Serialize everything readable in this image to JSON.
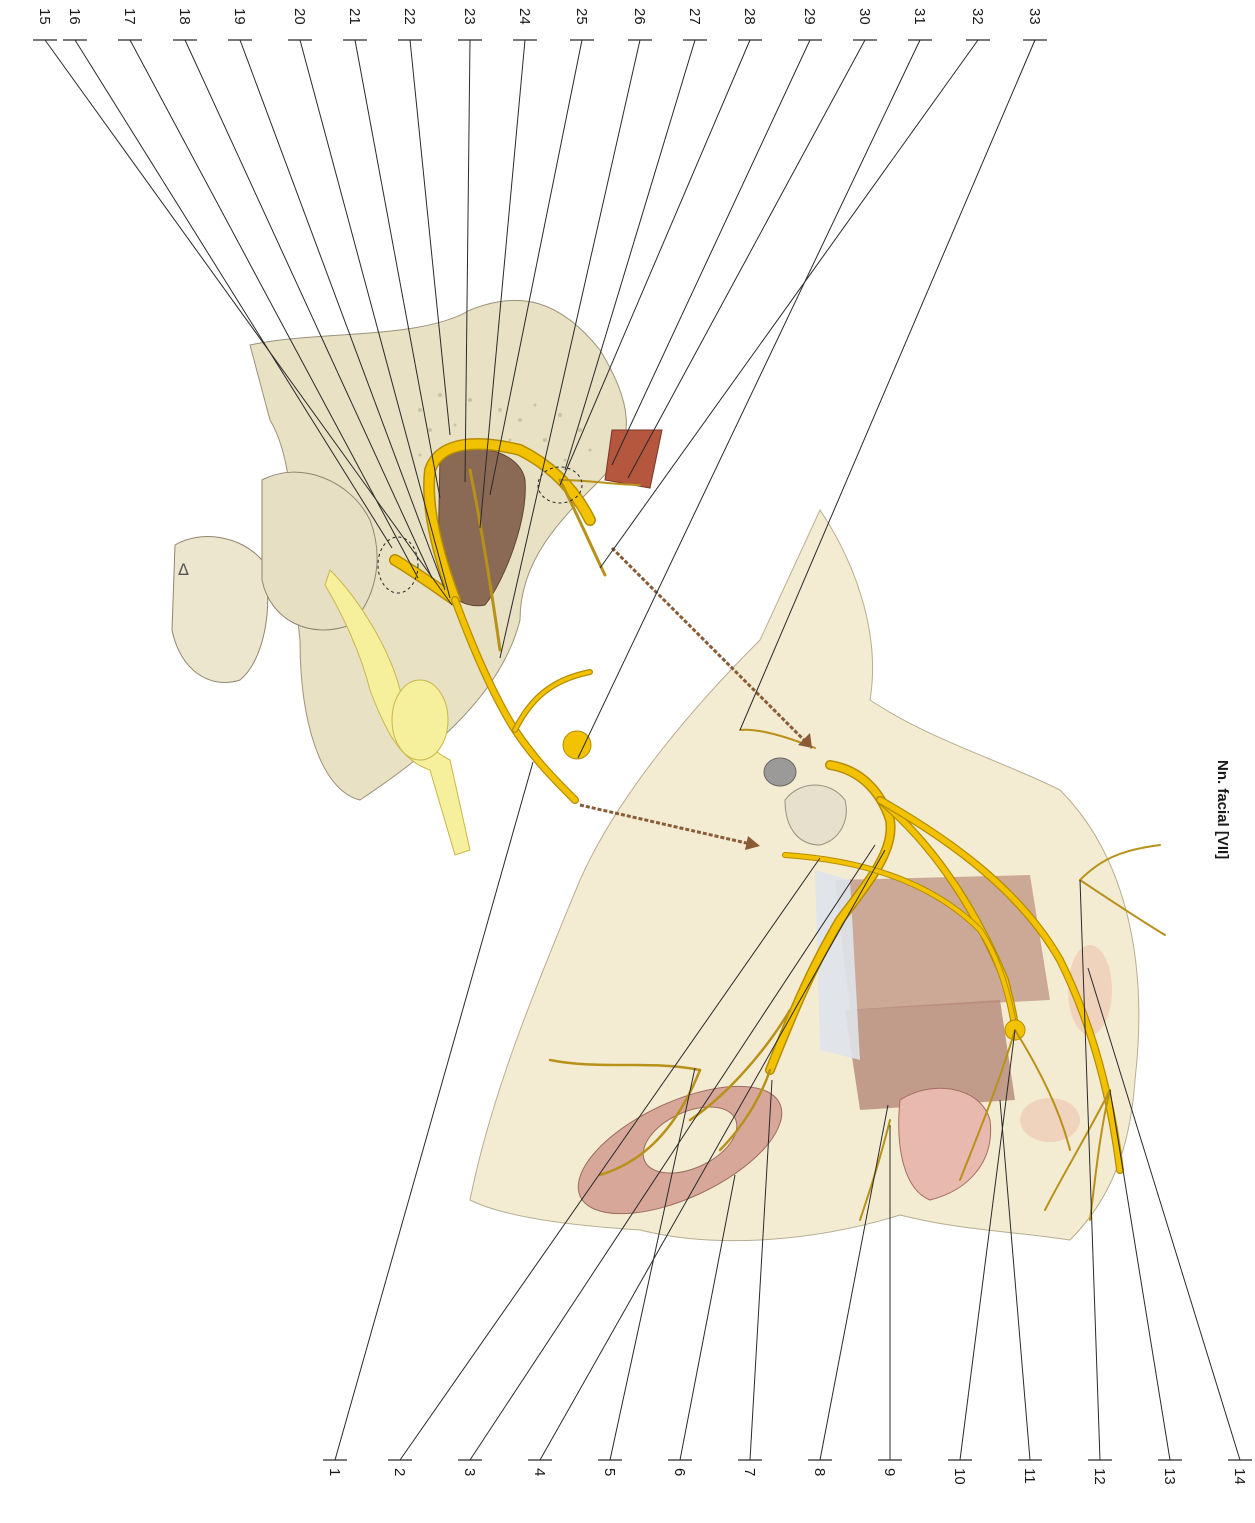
{
  "figure": {
    "title": "Nn. facial [VII]",
    "colors": {
      "nerve": "#f2c200",
      "brainstem": "#f6ef9c",
      "bone": "#e9e1c4",
      "tympanic_cavity": "#8b6a55",
      "muscle": "#c49c8c",
      "skin": "#f4ecd2"
    },
    "labels_bottom": [
      "1",
      "2",
      "3",
      "4",
      "5",
      "6",
      "7",
      "8",
      "9",
      "10",
      "11",
      "12",
      "13",
      "14"
    ],
    "labels_top": [
      "15",
      "16",
      "17",
      "18",
      "19",
      "20",
      "21",
      "22",
      "23",
      "24",
      "25",
      "26",
      "27",
      "28",
      "29",
      "30",
      "31",
      "32",
      "33"
    ]
  }
}
